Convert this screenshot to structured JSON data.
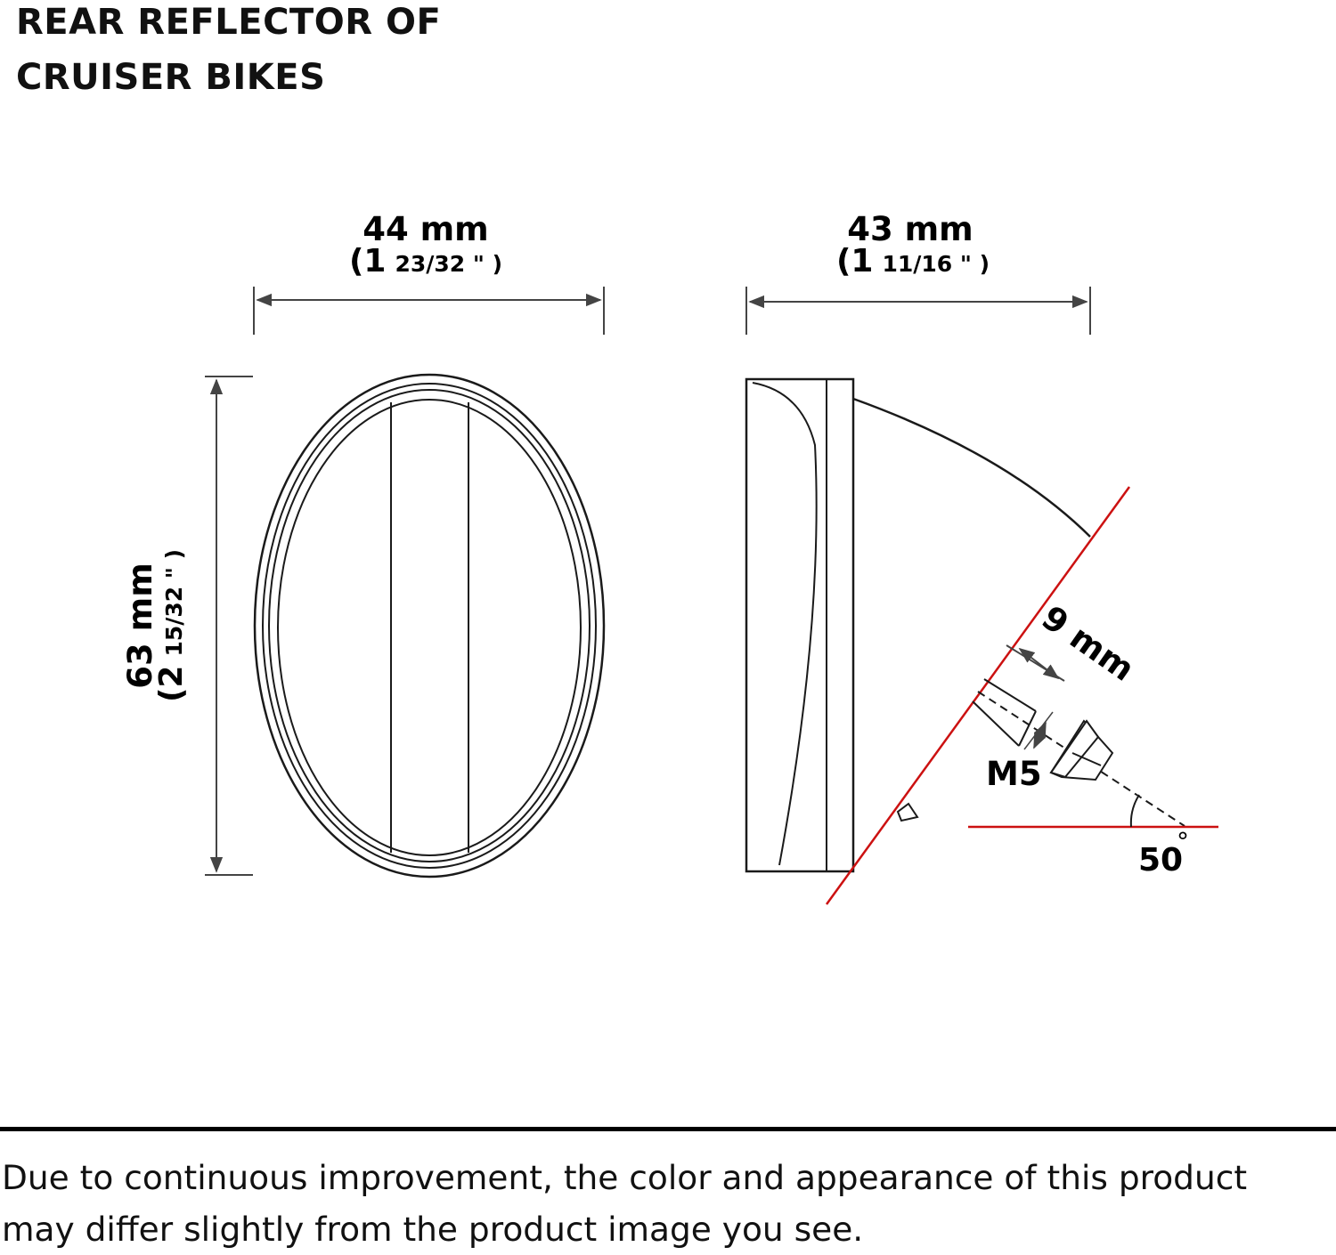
{
  "title": {
    "line1": "REAR REFLECTOR OF",
    "line2": "CRUISER BIKES"
  },
  "dimensions": {
    "front_width": {
      "metric": "44 mm",
      "imperial_whole": "(1",
      "imperial_fraction": "23/32 \" )"
    },
    "side_width": {
      "metric": "43 mm",
      "imperial_whole": "(1",
      "imperial_fraction": "11/16 \" )"
    },
    "height": {
      "metric": "63 mm",
      "imperial_whole": "(2",
      "imperial_fraction": "15/32 \" )"
    },
    "bolt_length": {
      "metric": "9 mm"
    },
    "thread": {
      "label": "M5"
    },
    "angle": {
      "value": "50",
      "unit": "°"
    }
  },
  "notice": {
    "line1": "Due to continuous improvement, the color and appearance of this product",
    "line2": "may differ slightly from the product image you see."
  },
  "colors": {
    "outline": "#1a1a1a",
    "dimension_line": "#444444",
    "mounting_plane": "#cc1111"
  }
}
